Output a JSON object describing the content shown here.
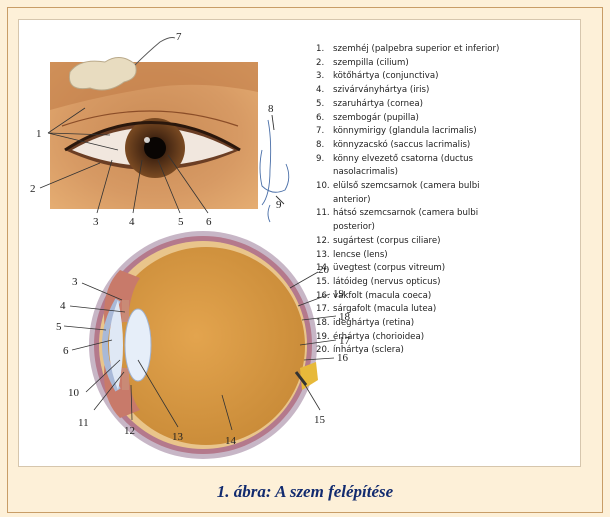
{
  "caption": "1. ábra: A szem felépítése",
  "photo_labels": [
    "1",
    "2",
    "3",
    "4",
    "5",
    "6",
    "7",
    "8",
    "9"
  ],
  "section_labels": [
    "3",
    "4",
    "5",
    "6",
    "10",
    "11",
    "12",
    "13",
    "14",
    "15",
    "16",
    "17",
    "18",
    "19",
    "20"
  ],
  "legend": [
    {
      "num": "1.",
      "text": "szemhéj (palpebra superior et inferior)"
    },
    {
      "num": "2.",
      "text": "szempilla (cilium)"
    },
    {
      "num": "3.",
      "text": "kötőhártya (conjunctiva)"
    },
    {
      "num": "4.",
      "text": "szivárványhártya (iris)"
    },
    {
      "num": "5.",
      "text": "szaruhártya (cornea)"
    },
    {
      "num": "6.",
      "text": "szembogár (pupilla)"
    },
    {
      "num": "7.",
      "text": "könnymirigy (glandula lacrimalis)"
    },
    {
      "num": "8.",
      "text": "könnyzacskó (saccus lacrimalis)"
    },
    {
      "num": "9.",
      "text": "könny elvezető csatorna (ductus"
    },
    {
      "num": "",
      "text": "nasolacrimalis)"
    },
    {
      "num": "10.",
      "text": "elülső szemcsarnok (camera bulbi"
    },
    {
      "num": "",
      "text": "anterior)"
    },
    {
      "num": "11.",
      "text": "hátsó szemcsarnok (camera bulbi"
    },
    {
      "num": "",
      "text": "posterior)"
    },
    {
      "num": "12.",
      "text": "sugártest (corpus ciliare)"
    },
    {
      "num": "13.",
      "text": "lencse (lens)"
    },
    {
      "num": "14.",
      "text": "üvegtest (corpus vitreum)"
    },
    {
      "num": "15.",
      "text": "látóideg (nervus opticus)"
    },
    {
      "num": "16.",
      "text": "vakfolt (macula coeca)"
    },
    {
      "num": "17.",
      "text": "sárgafolt (macula lutea)"
    },
    {
      "num": "18.",
      "text": "ideghártya (retina)"
    },
    {
      "num": "19.",
      "text": "érhártya (chorioidea)"
    },
    {
      "num": "20.",
      "text": "ínhártya (sclera)"
    }
  ]
}
